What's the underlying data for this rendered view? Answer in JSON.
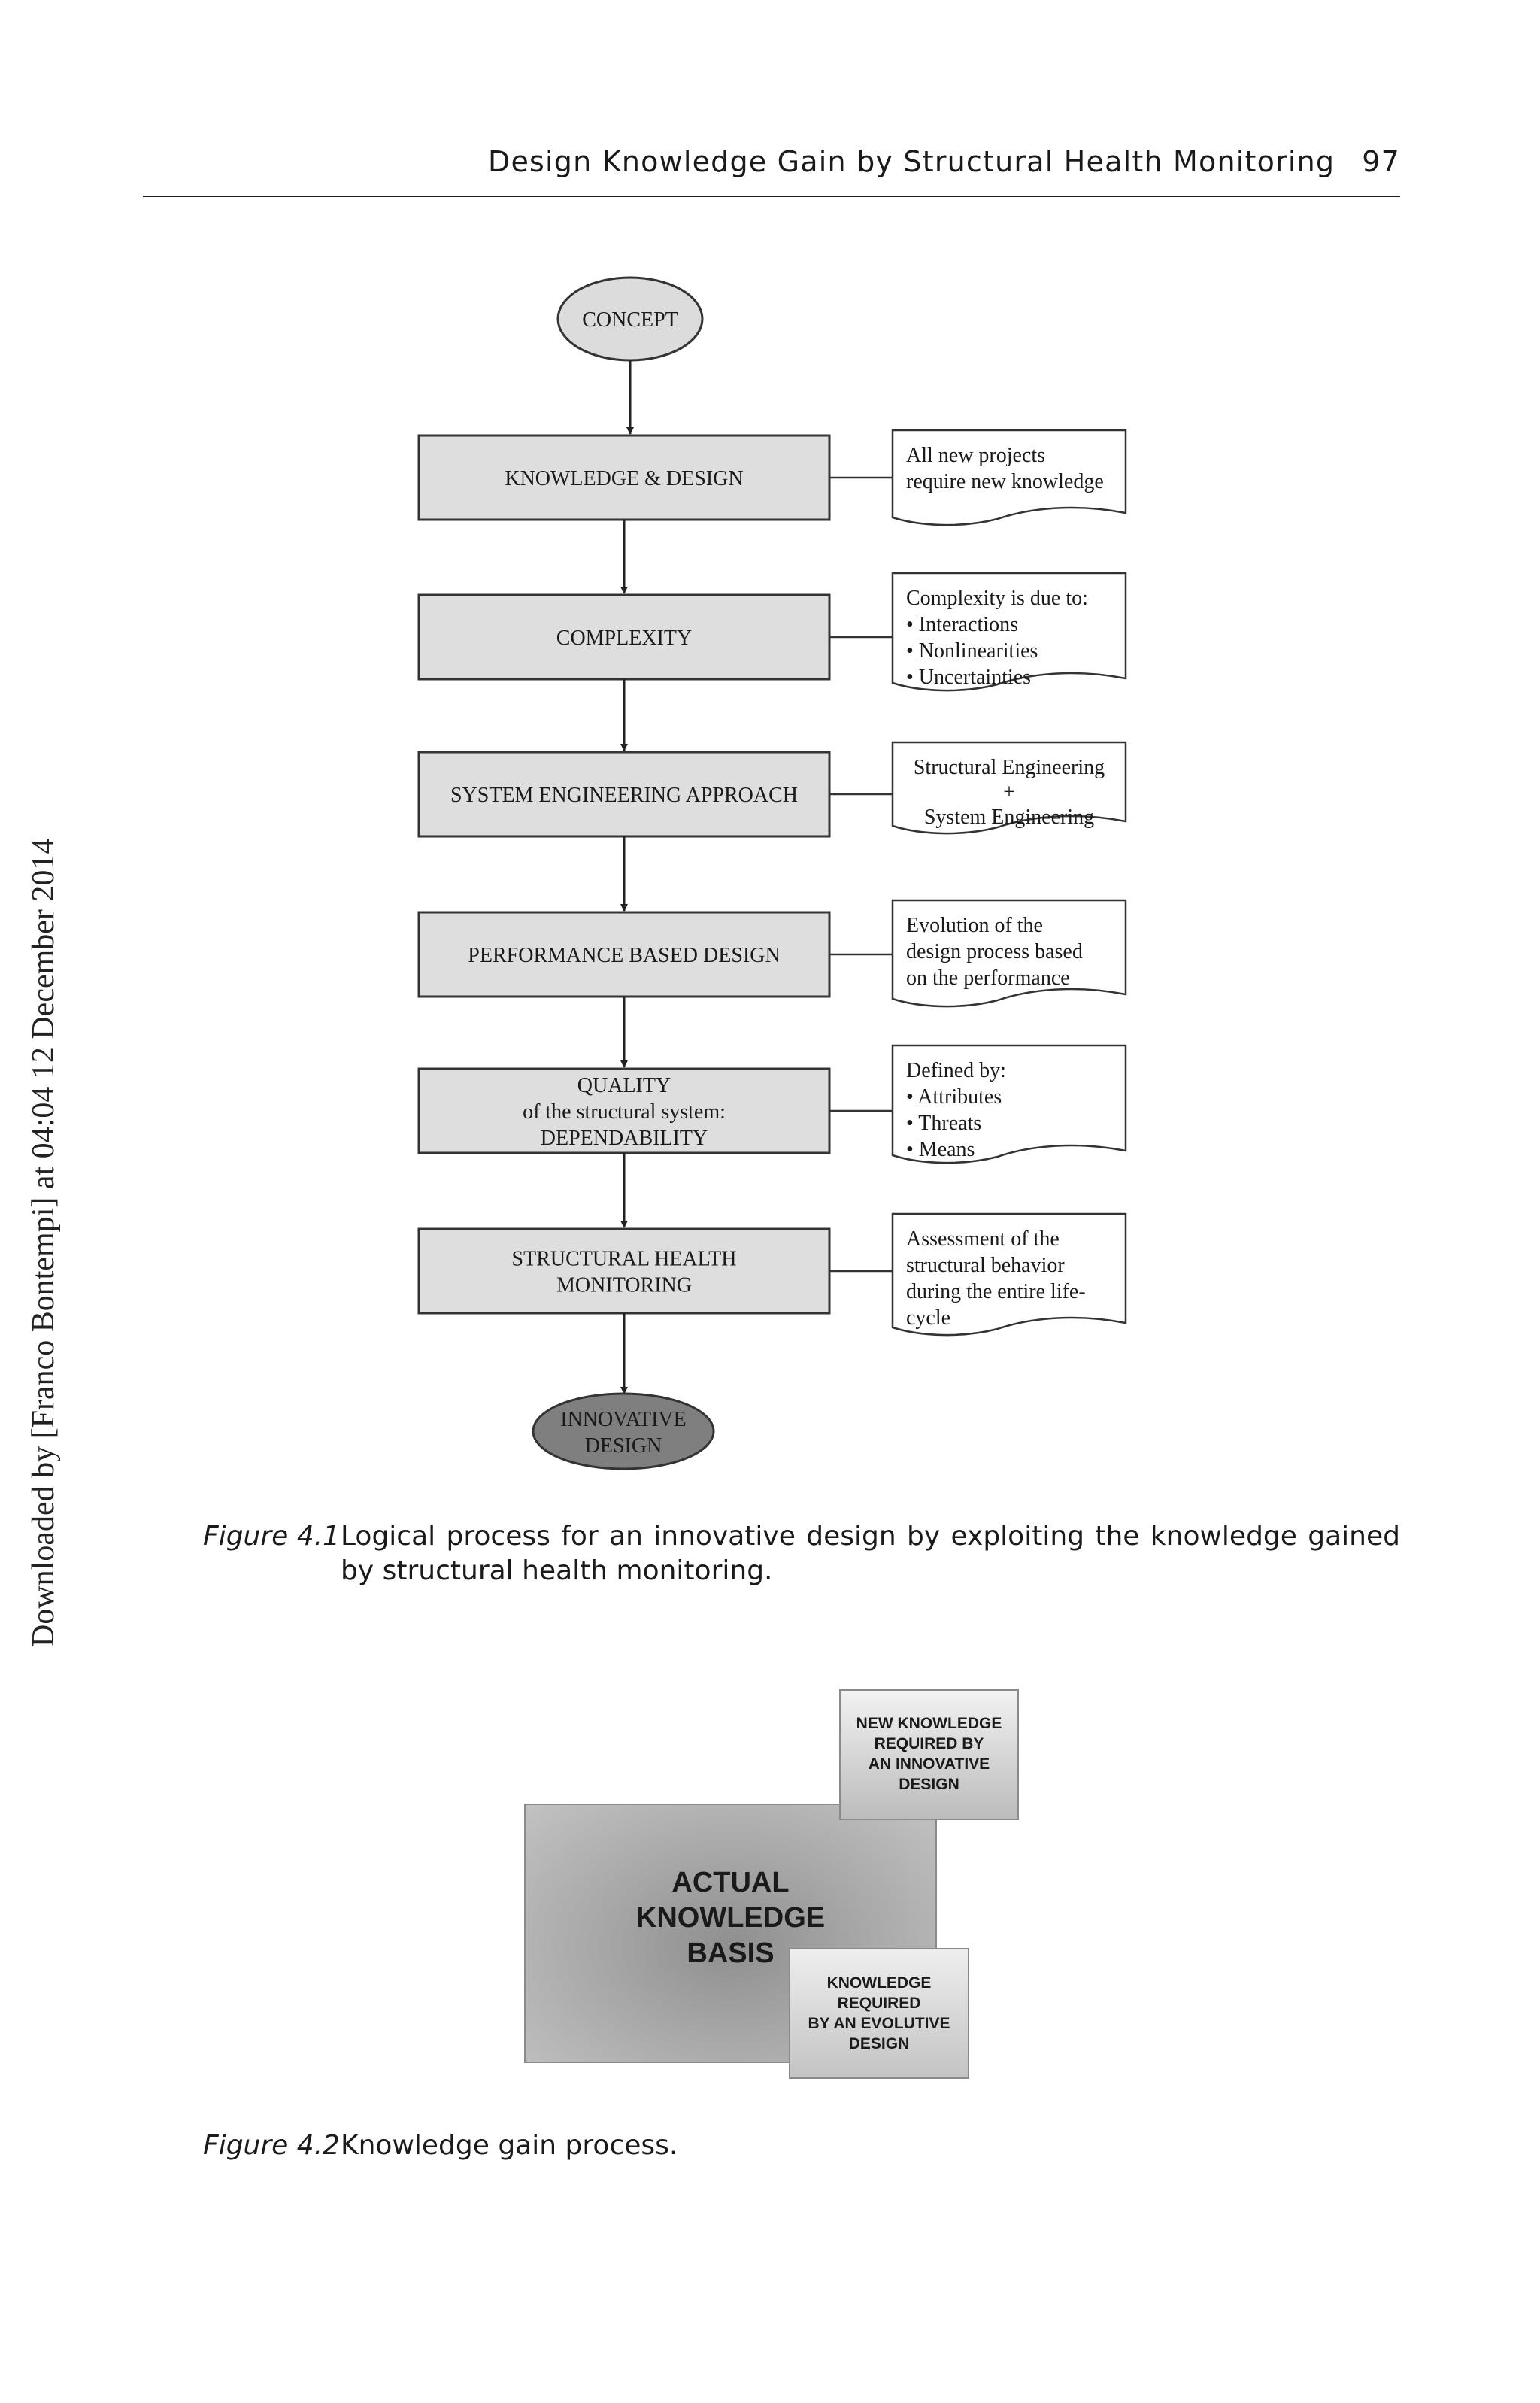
{
  "header": {
    "running_title": "Design Knowledge Gain by Structural Health Monitoring",
    "page_number": "97"
  },
  "side_note": "Downloaded by [Franco Bontempi] at 04:04 12 December 2014",
  "figure_4_1": {
    "start": "CONCEPT",
    "steps": [
      {
        "box": [
          "KNOWLEDGE & DESIGN"
        ],
        "note": [
          "All new projects",
          "require new knowledge"
        ]
      },
      {
        "box": [
          "COMPLEXITY"
        ],
        "note": [
          "Complexity is due to:",
          "•  Interactions",
          "•  Nonlinearities",
          "•  Uncertainties"
        ]
      },
      {
        "box": [
          "SYSTEM ENGINEERING APPROACH"
        ],
        "note": [
          "Structural Engineering",
          "+",
          "System Engineering"
        ]
      },
      {
        "box": [
          "PERFORMANCE BASED DESIGN"
        ],
        "note": [
          "Evolution of the",
          "design process based",
          "on the performance"
        ]
      },
      {
        "box": [
          "QUALITY",
          "of the structural system:",
          "DEPENDABILITY"
        ],
        "note": [
          "Defined by:",
          "•  Attributes",
          "•  Threats",
          "•  Means"
        ]
      },
      {
        "box": [
          "STRUCTURAL HEALTH",
          "MONITORING"
        ],
        "note": [
          "Assessment of the",
          "structural behavior",
          "during the entire life-",
          "cycle"
        ]
      }
    ],
    "end": [
      "INNOVATIVE",
      "DESIGN"
    ],
    "caption_label": "Figure 4.1",
    "caption_text": "Logical process for an innovative design by exploiting the knowledge gained by structural health monitoring."
  },
  "figure_4_2": {
    "actual": "ACTUAL\nKNOWLEDGE\nBASIS",
    "new_knowledge": "NEW KNOWLEDGE\nREQUIRED BY\nAN INNOVATIVE\nDESIGN",
    "evolutive": "KNOWLEDGE\nREQUIRED\nBY AN EVOLUTIVE\nDESIGN",
    "caption_label": "Figure 4.2",
    "caption_text": "Knowledge gain process."
  },
  "colors": {
    "box_fill": "#dedede",
    "start_fill": "#dcdcdc",
    "end_fill": "#7f7f7f",
    "stroke": "#333333"
  }
}
